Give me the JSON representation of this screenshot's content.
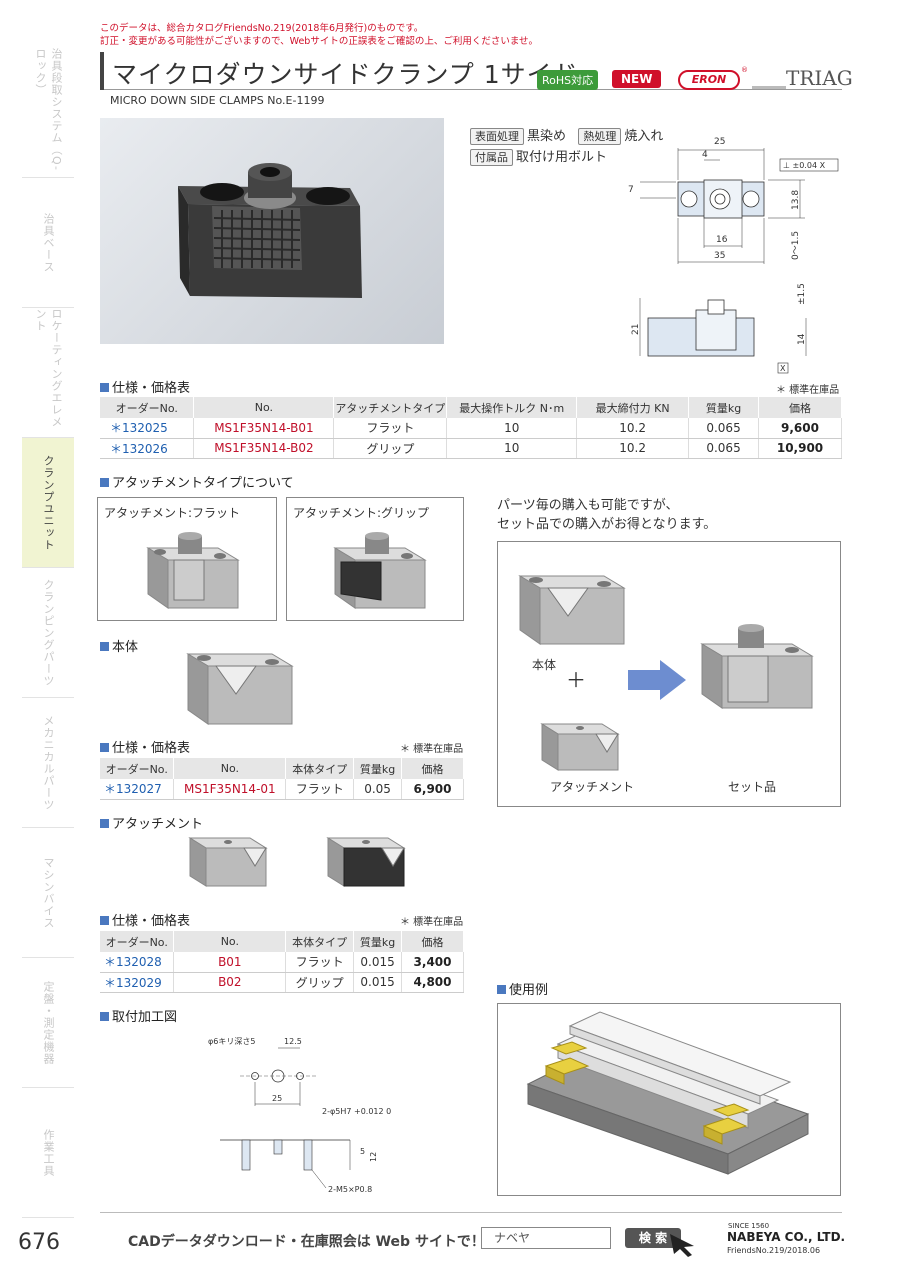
{
  "notice": {
    "line1": "このデータは、総合カタログFriendsNo.219(2018年6月発行)のものです。",
    "line2": "訂正・変更がある可能性がございますので、Webサイトの正誤表をご確認の上、ご利用くださいませ。"
  },
  "side_tabs": [
    {
      "label": "治具段取システム（Q-ロック）",
      "active": false
    },
    {
      "label": "治具ベース",
      "active": false
    },
    {
      "label": "ロケーティングエレメント",
      "active": false
    },
    {
      "label": "クランプユニット",
      "active": true
    },
    {
      "label": "クランピングパーツ",
      "active": false
    },
    {
      "label": "メカニカルパーツ",
      "active": false
    },
    {
      "label": "マシンバイス",
      "active": false
    },
    {
      "label": "定盤・測定機器",
      "active": false
    },
    {
      "label": "作業工具",
      "active": false
    }
  ],
  "header": {
    "title": "マイクロダウンサイドクランプ 1サイド",
    "subtitle": "MICRO DOWN SIDE CLAMPS  No.E-1199",
    "rohs": "RoHS対応",
    "new": "NEW",
    "eron": "ERON",
    "eron_mark": "®",
    "triag": "TRIAG"
  },
  "treatment": {
    "surface_label": "表面処理",
    "surface_value": "黒染め",
    "heat_label": "熱処理",
    "heat_value": "焼入れ",
    "accessory_label": "付属品",
    "accessory_value": "取付け用ボルト"
  },
  "drawing": {
    "d25": "25",
    "d4": "4",
    "d7": "7",
    "d16": "16",
    "d35": "35",
    "d13_8": "13.8",
    "d0_1_5": "0～1.5",
    "flatness": "⊥ ±0.04 X",
    "d21": "21",
    "d14": "14",
    "d1_5": "±1.5",
    "x_mark": "X"
  },
  "spec1": {
    "heading": "仕様・価格表",
    "note": "＊ 標準在庫品",
    "columns": [
      "オーダーNo.",
      "No.",
      "アタッチメントタイプ",
      "最大操作トルク N･m",
      "最大締付力 KN",
      "質量kg",
      "価格"
    ],
    "rows": [
      [
        "＊132025",
        "MS1F35N14-B01",
        "フラット",
        "10",
        "10.2",
        "0.065",
        "9,600"
      ],
      [
        "＊132026",
        "MS1F35N14-B02",
        "グリップ",
        "10",
        "10.2",
        "0.065",
        "10,900"
      ]
    ]
  },
  "attachment_type": {
    "heading": "アタッチメントタイプについて",
    "flat_label": "アタッチメント:フラット",
    "grip_label": "アタッチメント:グリップ"
  },
  "purchase_note": {
    "line1": "パーツ毎の購入も可能ですが、",
    "line2": "セット品での購入がお得となります。",
    "body_label": "本体",
    "plus": "＋",
    "attachment_label": "アタッチメント",
    "set_label": "セット品"
  },
  "body_section": {
    "heading": "本体"
  },
  "spec2": {
    "heading": "仕様・価格表",
    "note": "＊ 標準在庫品",
    "columns": [
      "オーダーNo.",
      "No.",
      "本体タイプ",
      "質量kg",
      "価格"
    ],
    "rows": [
      [
        "＊132027",
        "MS1F35N14-01",
        "フラット",
        "0.05",
        "6,900"
      ]
    ]
  },
  "attachment_section": {
    "heading": "アタッチメント"
  },
  "spec3": {
    "heading": "仕様・価格表",
    "note": "＊ 標準在庫品",
    "columns": [
      "オーダーNo.",
      "No.",
      "本体タイプ",
      "質量kg",
      "価格"
    ],
    "rows": [
      [
        "＊132028",
        "B01",
        "フラット",
        "0.015",
        "3,400"
      ],
      [
        "＊132029",
        "B02",
        "グリップ",
        "0.015",
        "4,800"
      ]
    ]
  },
  "usage": {
    "heading": "使用例"
  },
  "mounting": {
    "heading": "取付加工図",
    "d_hole": "φ6キリ深さ5",
    "d12_5": "12.5",
    "d25": "25",
    "d_pin": "2-φ5H7 +0.012 0",
    "d5": "5",
    "d12": "12",
    "d_thread": "2-M5×P0.8"
  },
  "footer": {
    "page": "676",
    "cad": "CADデータダウンロード・在庫照会は Web サイトで！",
    "search_value": "ナベヤ",
    "search_button": "検 索",
    "since": "SINCE 1560",
    "company": "NABEYA CO., LTD.",
    "friends": "FriendsNo.219/2018.06"
  }
}
